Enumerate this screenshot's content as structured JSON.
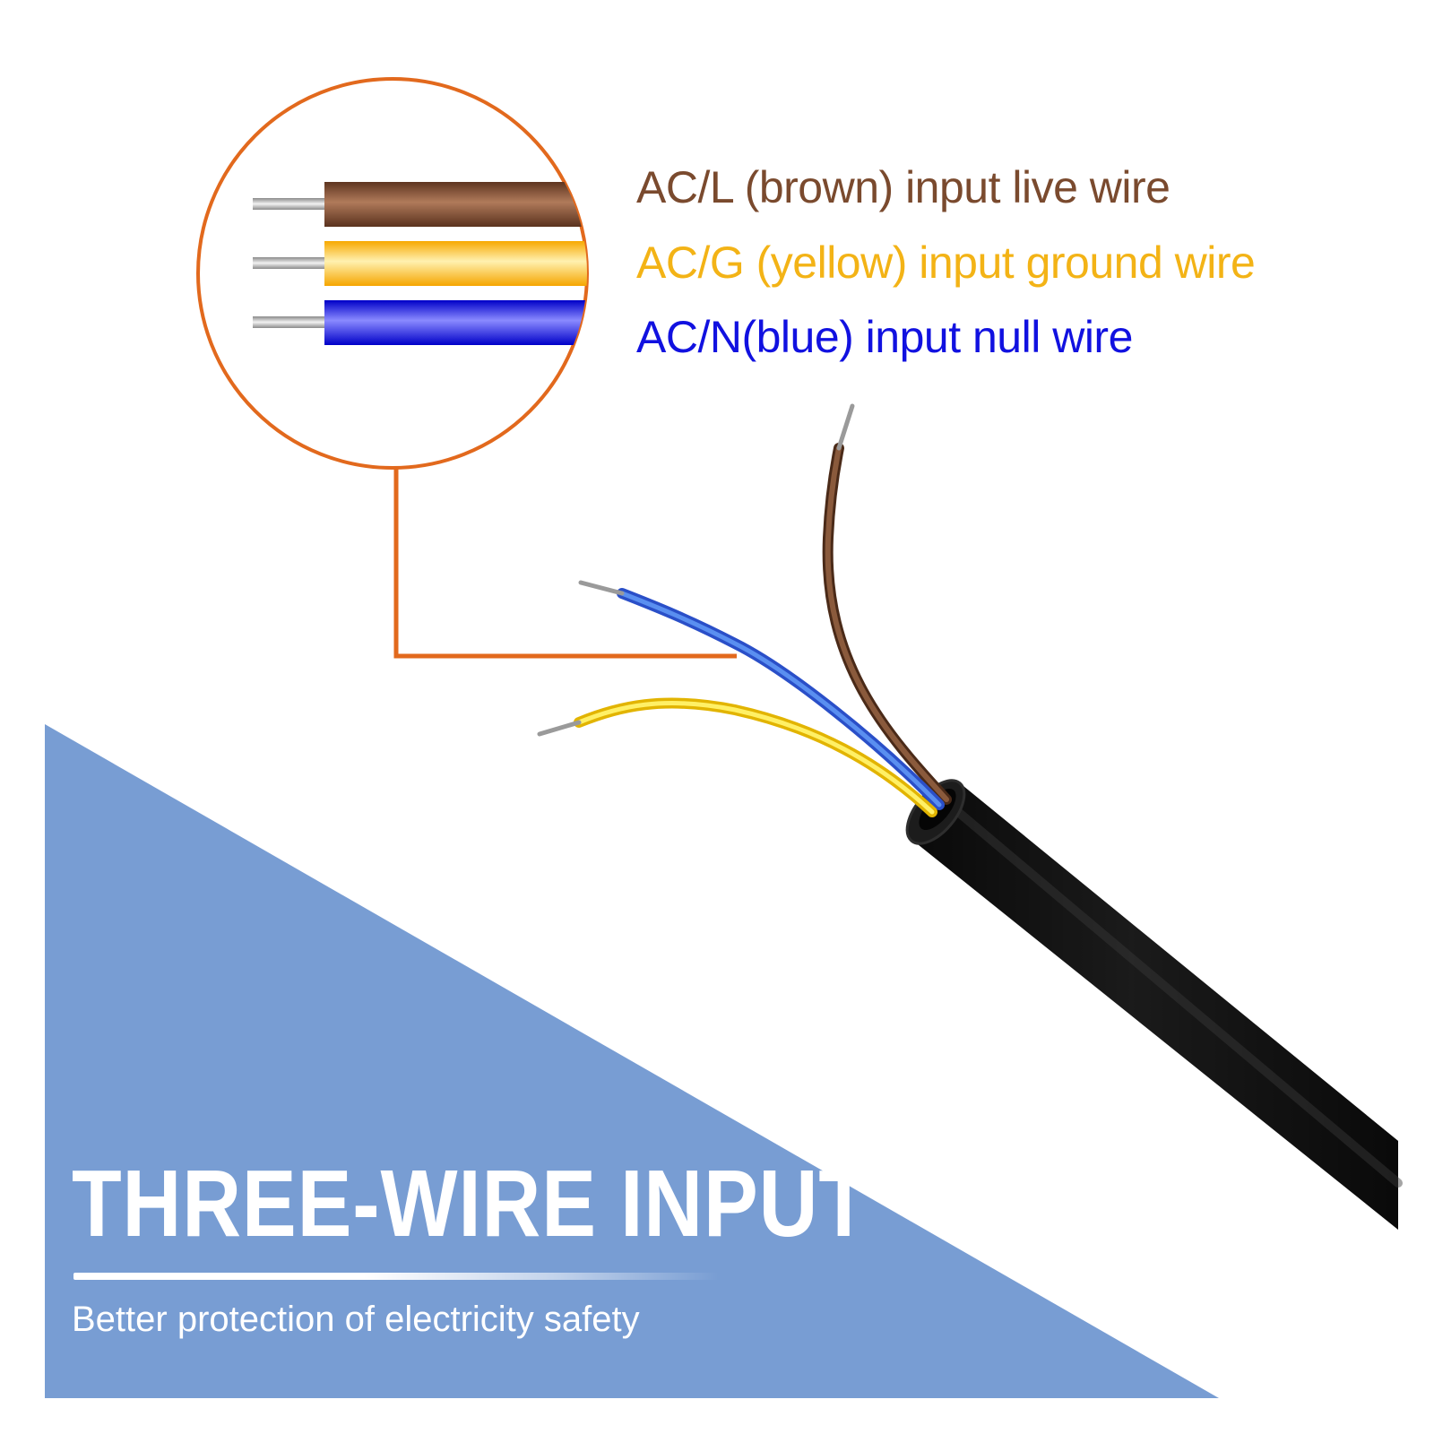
{
  "colors": {
    "brown": "#7a4a2e",
    "yellow": "#f3b316",
    "blue": "#1111e0",
    "callout_orange": "#e2691d",
    "panel_blue": "#789dd3",
    "cable_black": "#151515"
  },
  "legend": [
    {
      "text": "AC/L (brown) input live wire",
      "color": "#7a4a2e"
    },
    {
      "text": "AC/G (yellow) input ground wire",
      "color": "#f3b316"
    },
    {
      "text": "AC/N(blue) input null wire",
      "color": "#1111e0"
    }
  ],
  "banner": {
    "headline": "THREE-WIRE INPUT",
    "subtitle": "Better protection of electricity safety"
  }
}
